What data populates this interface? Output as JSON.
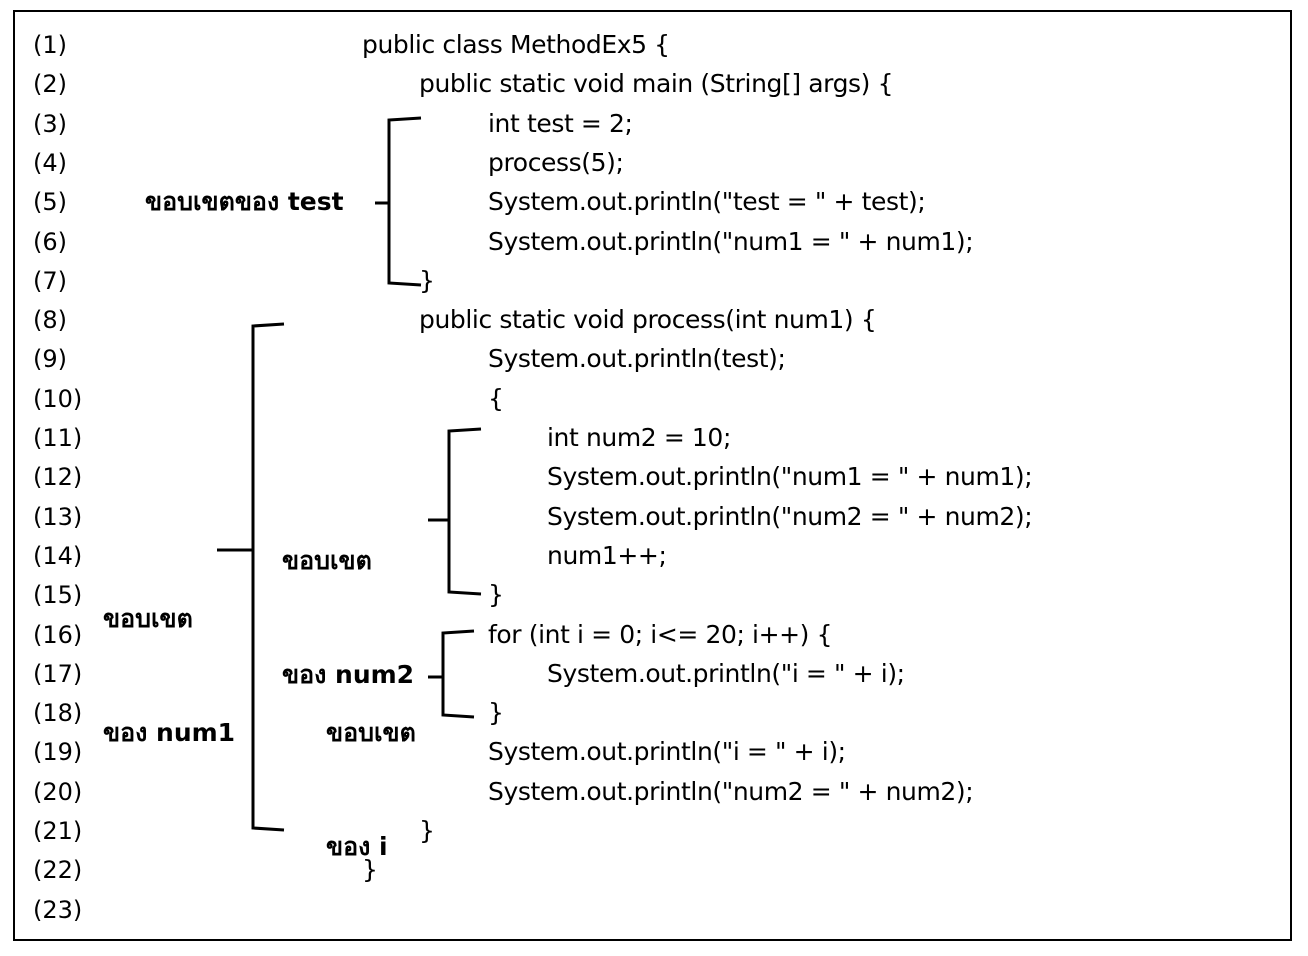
{
  "line_numbers": [
    "(1)",
    "(2)",
    "(3)",
    "(4)",
    "(5)",
    "(6)",
    "(7)",
    "(8)",
    "(9)",
    "(10)",
    "(11)",
    "(12)",
    "(13)",
    "(14)",
    "(15)",
    "(16)",
    "(17)",
    "(18)",
    "(19)",
    "(20)",
    "(21)",
    "(22)",
    "(23)"
  ],
  "code": [
    "public class MethodEx5 {",
    "public static void main (String[] args) {",
    "int test = 2;",
    "process(5);",
    "System.out.println(\"test = \" + test);",
    "System.out.println(\"num1 = \" + num1);",
    "}",
    "public static void process(int num1) {",
    "System.out.println(test);",
    "{",
    "int num2 = 10;",
    "System.out.println(\"num1 = \" + num1);",
    "System.out.println(\"num2 = \" + num2);",
    "num1++;",
    "}",
    "for (int i = 0; i<= 20; i++) {",
    "System.out.println(\"i = \" + i);",
    "}",
    "System.out.println(\"i = \" + i);",
    "System.out.println(\"num2 = \" + num2);",
    "}",
    "}",
    ""
  ],
  "scope_labels": {
    "test": "ขอบเขตของ test",
    "num1": [
      "ขอบเขต",
      "ของ num1"
    ],
    "num2": [
      "ขอบเขต",
      "ของ num2"
    ],
    "i": [
      "ขอบเขต",
      "ของ i"
    ]
  }
}
